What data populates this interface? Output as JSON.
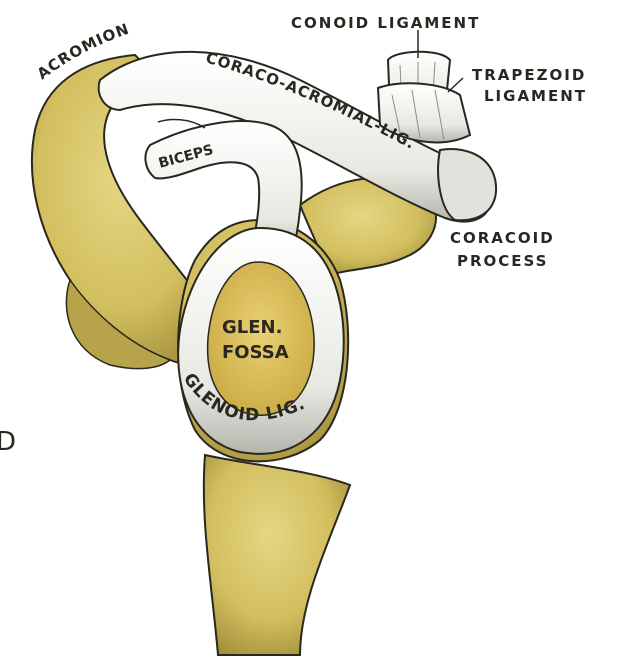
{
  "labels": {
    "acromion": "ACROMION",
    "conoid": "CONOID LIGAMENT",
    "trapezoid_1": "TRAPEZOID",
    "trapezoid_2": "LIGAMENT",
    "coraco_acromial": "CORACO-ACROMIAL-LIG.",
    "biceps": "BICEPS",
    "coracoid_1": "CORACOID",
    "coracoid_2": "PROCESS",
    "glen_1": "GLEN.",
    "glen_2": "FOSSA",
    "glenoid_lig": "GLENOID LIG.",
    "edge_char": "D"
  },
  "colors": {
    "bone": "#d8c76a",
    "bone_dark": "#8a7a2a",
    "ligament": "#f1f1ec",
    "ligament_shade": "#b9b9b2",
    "outline": "#2a2620",
    "fossa": "#dcc35a"
  }
}
